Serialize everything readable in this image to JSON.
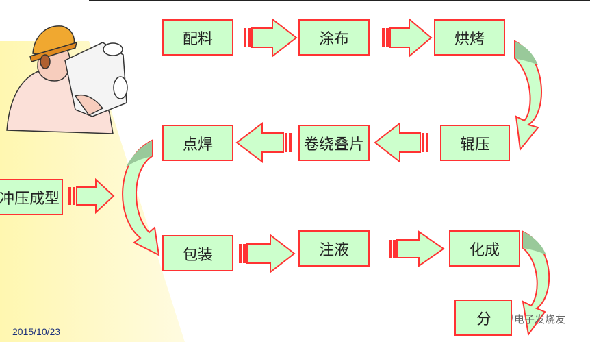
{
  "steps": {
    "s1": "配料",
    "s2": "涂布",
    "s3": "烘烤",
    "s4": "辊压",
    "s5": "卷绕叠片",
    "s6": "点焊",
    "s7": "冲压成型",
    "s8": "包装",
    "s9": "注液",
    "s10": "化成",
    "s11": "分"
  },
  "footer": {
    "date": "2015/10/23"
  },
  "watermark": {
    "text": "电子发烧友"
  },
  "colors": {
    "box_fill": "#ccffcc",
    "box_border": "#ff3333",
    "arrow_fill": "#ccffcc",
    "arrow_border": "#ff3333",
    "highlight": "#fff7b0"
  }
}
